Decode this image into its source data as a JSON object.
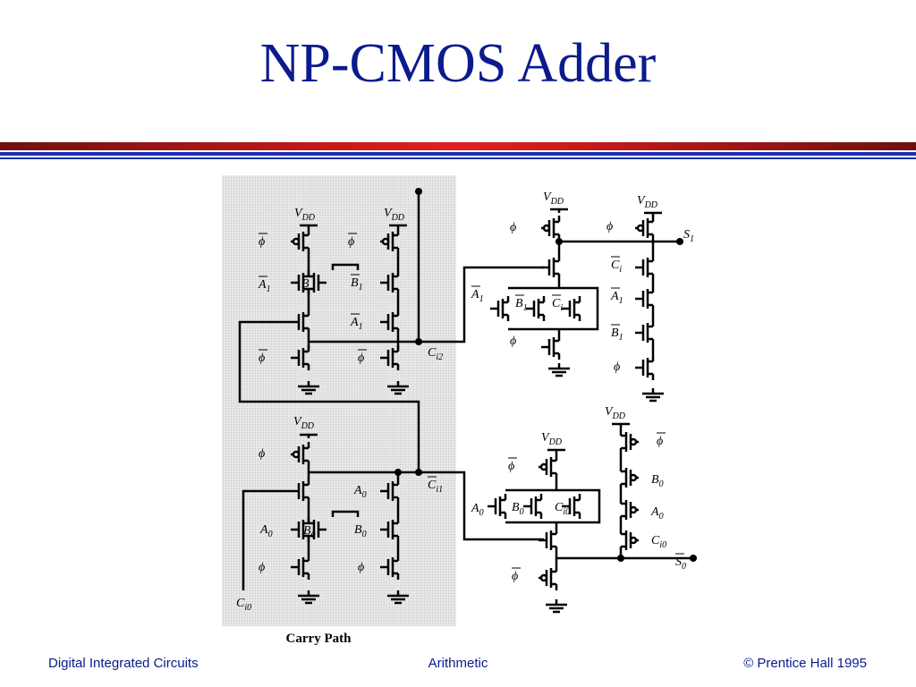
{
  "slide": {
    "title": "NP-CMOS Adder",
    "caption": "Carry Path"
  },
  "footer": {
    "left": "Digital Integrated Circuits",
    "center": "Arithmetic",
    "right": "© Prentice Hall 1995"
  },
  "labels": {
    "vdd": "V",
    "vdd_sub": "DD",
    "phi": "ϕ",
    "a1": "A",
    "b1": "B",
    "a0": "A",
    "b0": "B",
    "ci": "C",
    "s1": "S",
    "s0": "S",
    "sub1": "1",
    "sub0": "0",
    "subi": "i",
    "subi2": "i2",
    "subi1": "i1",
    "subi0": "i0"
  },
  "colors": {
    "title": "#0b1a8c",
    "bar_red": "#b81818",
    "bar_blue": "#1a2fb0",
    "shade": "#e6e6e6"
  }
}
